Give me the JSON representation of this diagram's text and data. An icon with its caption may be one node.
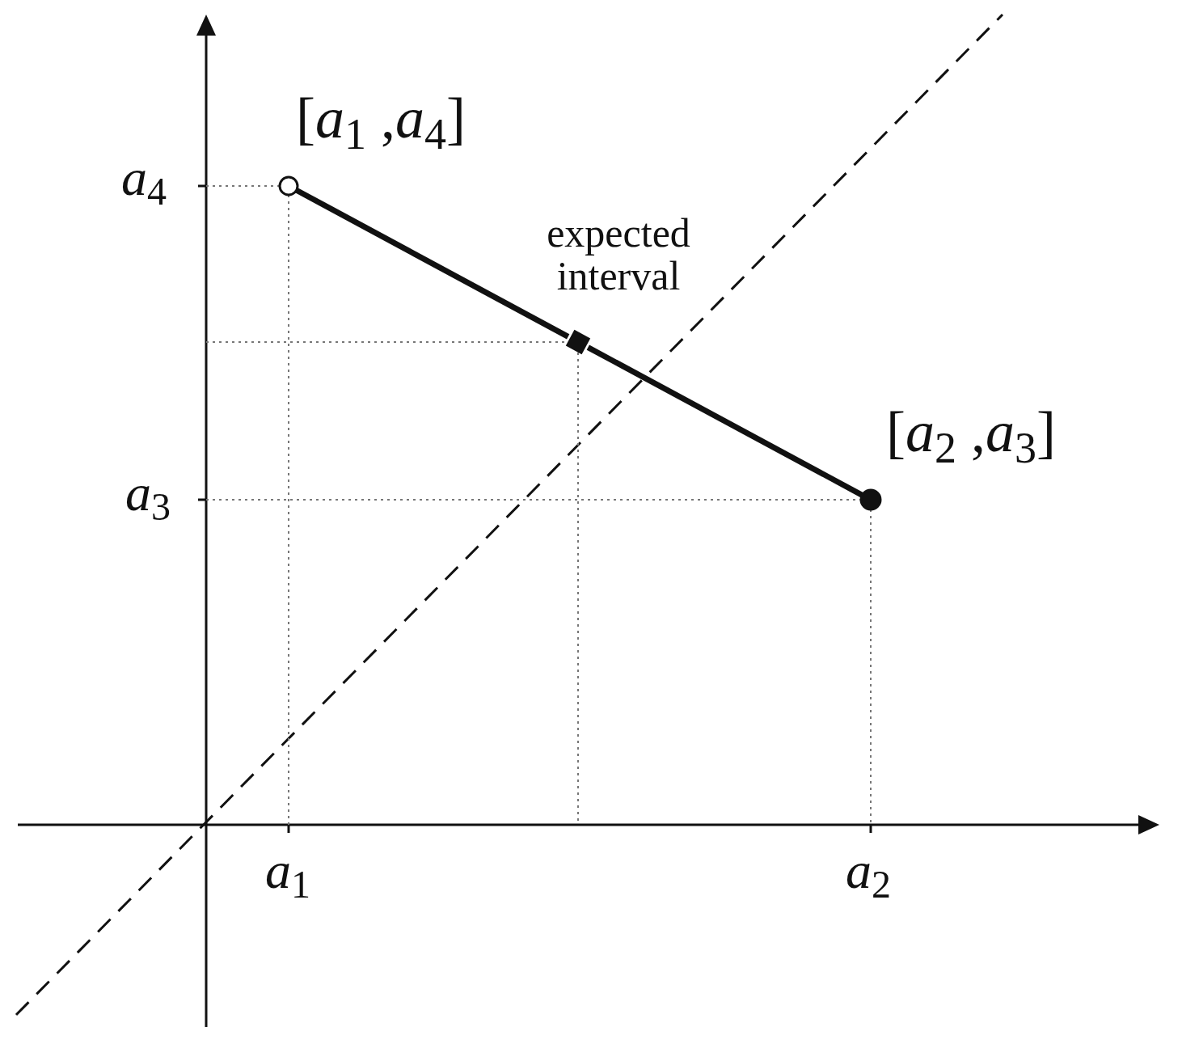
{
  "diagram": {
    "nodes": [
      {
        "text": [],
        "shape": "circle",
        "beside": [
          "[*a*$_{1}$ ,*a*$_{4}$]"
        ]
      },
      {
        "text": [],
        "shape": "box",
        "beside": [
          "expected interval"
        ]
      },
      {
        "text": [],
        "shape": "circle",
        "beside": [
          "[*a*$_{2}$ ,*a*$_{3}$]"
        ]
      }
    ],
    "edges": [
      {
        "from": 0,
        "to": 1,
        "arrow": "none"
      },
      {
        "from": 1,
        "to": 2,
        "arrow": "none"
      }
    ],
    "labels": [
      "*a*$_{4}$",
      "*a*$_{3}$",
      "*a*$_{1}$",
      "*a*$_{2}$"
    ]
  }
}
